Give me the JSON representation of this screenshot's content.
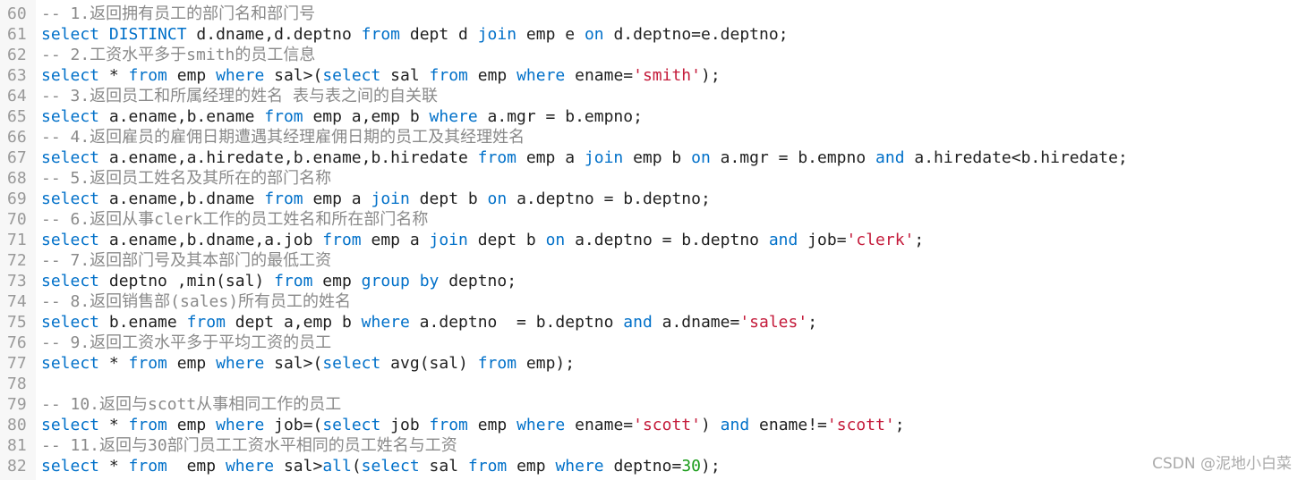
{
  "colors": {
    "keyword": "#0070c9",
    "comment": "#8a8a8a",
    "string": "#c41a3a",
    "number": "#1a9c1a",
    "plain": "#1f1f1f",
    "line_number": "#999999"
  },
  "watermark": "CSDN @泥地小白菜",
  "lines": [
    {
      "num": "60",
      "tokens": [
        {
          "t": "cmt",
          "v": "-- 1.返回拥有员工的部门名和部门号"
        }
      ]
    },
    {
      "num": "61",
      "tokens": [
        {
          "t": "kw",
          "v": "select"
        },
        {
          "t": "plain",
          "v": " "
        },
        {
          "t": "kw",
          "v": "DISTINCT"
        },
        {
          "t": "plain",
          "v": " d.dname,d.deptno "
        },
        {
          "t": "kw",
          "v": "from"
        },
        {
          "t": "plain",
          "v": " dept d "
        },
        {
          "t": "kw",
          "v": "join"
        },
        {
          "t": "plain",
          "v": " emp e "
        },
        {
          "t": "kw",
          "v": "on"
        },
        {
          "t": "plain",
          "v": " d.deptno=e.deptno;"
        }
      ]
    },
    {
      "num": "62",
      "tokens": [
        {
          "t": "cmt",
          "v": "-- 2.工资水平多于smith的员工信息"
        }
      ]
    },
    {
      "num": "63",
      "tokens": [
        {
          "t": "kw",
          "v": "select"
        },
        {
          "t": "plain",
          "v": " * "
        },
        {
          "t": "kw",
          "v": "from"
        },
        {
          "t": "plain",
          "v": " emp "
        },
        {
          "t": "kw",
          "v": "where"
        },
        {
          "t": "plain",
          "v": " sal>("
        },
        {
          "t": "kw",
          "v": "select"
        },
        {
          "t": "plain",
          "v": " sal "
        },
        {
          "t": "kw",
          "v": "from"
        },
        {
          "t": "plain",
          "v": " emp "
        },
        {
          "t": "kw",
          "v": "where"
        },
        {
          "t": "plain",
          "v": " ename="
        },
        {
          "t": "str",
          "v": "'smith'"
        },
        {
          "t": "plain",
          "v": ");"
        }
      ]
    },
    {
      "num": "64",
      "tokens": [
        {
          "t": "cmt",
          "v": "-- 3.返回员工和所属经理的姓名 表与表之间的自关联"
        }
      ]
    },
    {
      "num": "65",
      "tokens": [
        {
          "t": "kw",
          "v": "select"
        },
        {
          "t": "plain",
          "v": " a.ename,b.ename "
        },
        {
          "t": "kw",
          "v": "from"
        },
        {
          "t": "plain",
          "v": " emp a,emp b "
        },
        {
          "t": "kw",
          "v": "where"
        },
        {
          "t": "plain",
          "v": " a.mgr = b.empno;"
        }
      ]
    },
    {
      "num": "66",
      "tokens": [
        {
          "t": "cmt",
          "v": "-- 4.返回雇员的雇佣日期遭遇其经理雇佣日期的员工及其经理姓名"
        }
      ]
    },
    {
      "num": "67",
      "tokens": [
        {
          "t": "kw",
          "v": "select"
        },
        {
          "t": "plain",
          "v": " a.ename,a.hiredate,b.ename,b.hiredate "
        },
        {
          "t": "kw",
          "v": "from"
        },
        {
          "t": "plain",
          "v": " emp a "
        },
        {
          "t": "kw",
          "v": "join"
        },
        {
          "t": "plain",
          "v": " emp b "
        },
        {
          "t": "kw",
          "v": "on"
        },
        {
          "t": "plain",
          "v": " a.mgr = b.empno "
        },
        {
          "t": "kw",
          "v": "and"
        },
        {
          "t": "plain",
          "v": " a.hiredate<b.hiredate;"
        }
      ]
    },
    {
      "num": "68",
      "tokens": [
        {
          "t": "cmt",
          "v": "-- 5.返回员工姓名及其所在的部门名称"
        }
      ]
    },
    {
      "num": "69",
      "tokens": [
        {
          "t": "kw",
          "v": "select"
        },
        {
          "t": "plain",
          "v": " a.ename,b.dname "
        },
        {
          "t": "kw",
          "v": "from"
        },
        {
          "t": "plain",
          "v": " emp a "
        },
        {
          "t": "kw",
          "v": "join"
        },
        {
          "t": "plain",
          "v": " dept b "
        },
        {
          "t": "kw",
          "v": "on"
        },
        {
          "t": "plain",
          "v": " a.deptno = b.deptno;"
        }
      ]
    },
    {
      "num": "70",
      "tokens": [
        {
          "t": "cmt",
          "v": "-- 6.返回从事clerk工作的员工姓名和所在部门名称"
        }
      ]
    },
    {
      "num": "71",
      "tokens": [
        {
          "t": "kw",
          "v": "select"
        },
        {
          "t": "plain",
          "v": " a.ename,b.dname,a.job "
        },
        {
          "t": "kw",
          "v": "from"
        },
        {
          "t": "plain",
          "v": " emp a "
        },
        {
          "t": "kw",
          "v": "join"
        },
        {
          "t": "plain",
          "v": " dept b "
        },
        {
          "t": "kw",
          "v": "on"
        },
        {
          "t": "plain",
          "v": " a.deptno = b.deptno "
        },
        {
          "t": "kw",
          "v": "and"
        },
        {
          "t": "plain",
          "v": " job="
        },
        {
          "t": "str",
          "v": "'clerk'"
        },
        {
          "t": "plain",
          "v": ";"
        }
      ]
    },
    {
      "num": "72",
      "tokens": [
        {
          "t": "cmt",
          "v": "-- 7.返回部门号及其本部门的最低工资"
        }
      ]
    },
    {
      "num": "73",
      "tokens": [
        {
          "t": "kw",
          "v": "select"
        },
        {
          "t": "plain",
          "v": " deptno ,min(sal) "
        },
        {
          "t": "kw",
          "v": "from"
        },
        {
          "t": "plain",
          "v": " emp "
        },
        {
          "t": "kw",
          "v": "group"
        },
        {
          "t": "plain",
          "v": " "
        },
        {
          "t": "kw",
          "v": "by"
        },
        {
          "t": "plain",
          "v": " deptno;"
        }
      ]
    },
    {
      "num": "74",
      "tokens": [
        {
          "t": "cmt",
          "v": "-- 8.返回销售部(sales)所有员工的姓名"
        }
      ]
    },
    {
      "num": "75",
      "tokens": [
        {
          "t": "kw",
          "v": "select"
        },
        {
          "t": "plain",
          "v": " b.ename "
        },
        {
          "t": "kw",
          "v": "from"
        },
        {
          "t": "plain",
          "v": " dept a,emp b "
        },
        {
          "t": "kw",
          "v": "where"
        },
        {
          "t": "plain",
          "v": " a.deptno  = b.deptno "
        },
        {
          "t": "kw",
          "v": "and"
        },
        {
          "t": "plain",
          "v": " a.dname="
        },
        {
          "t": "str",
          "v": "'sales'"
        },
        {
          "t": "plain",
          "v": ";"
        }
      ]
    },
    {
      "num": "76",
      "tokens": [
        {
          "t": "cmt",
          "v": "-- 9.返回工资水平多于平均工资的员工"
        }
      ]
    },
    {
      "num": "77",
      "tokens": [
        {
          "t": "kw",
          "v": "select"
        },
        {
          "t": "plain",
          "v": " * "
        },
        {
          "t": "kw",
          "v": "from"
        },
        {
          "t": "plain",
          "v": " emp "
        },
        {
          "t": "kw",
          "v": "where"
        },
        {
          "t": "plain",
          "v": " sal>("
        },
        {
          "t": "kw",
          "v": "select"
        },
        {
          "t": "plain",
          "v": " avg(sal) "
        },
        {
          "t": "kw",
          "v": "from"
        },
        {
          "t": "plain",
          "v": " emp);"
        }
      ]
    },
    {
      "num": "78",
      "tokens": []
    },
    {
      "num": "79",
      "tokens": [
        {
          "t": "cmt",
          "v": "-- 10.返回与scott从事相同工作的员工"
        }
      ]
    },
    {
      "num": "80",
      "tokens": [
        {
          "t": "kw",
          "v": "select"
        },
        {
          "t": "plain",
          "v": " * "
        },
        {
          "t": "kw",
          "v": "from"
        },
        {
          "t": "plain",
          "v": " emp "
        },
        {
          "t": "kw",
          "v": "where"
        },
        {
          "t": "plain",
          "v": " job=("
        },
        {
          "t": "kw",
          "v": "select"
        },
        {
          "t": "plain",
          "v": " job "
        },
        {
          "t": "kw",
          "v": "from"
        },
        {
          "t": "plain",
          "v": " emp "
        },
        {
          "t": "kw",
          "v": "where"
        },
        {
          "t": "plain",
          "v": " ename="
        },
        {
          "t": "str",
          "v": "'scott'"
        },
        {
          "t": "plain",
          "v": ") "
        },
        {
          "t": "kw",
          "v": "and"
        },
        {
          "t": "plain",
          "v": " ename!="
        },
        {
          "t": "str",
          "v": "'scott'"
        },
        {
          "t": "plain",
          "v": ";"
        }
      ]
    },
    {
      "num": "81",
      "tokens": [
        {
          "t": "cmt",
          "v": "-- 11.返回与30部门员工工资水平相同的员工姓名与工资"
        }
      ]
    },
    {
      "num": "82",
      "tokens": [
        {
          "t": "kw",
          "v": "select"
        },
        {
          "t": "plain",
          "v": " * "
        },
        {
          "t": "kw",
          "v": "from"
        },
        {
          "t": "plain",
          "v": "  emp "
        },
        {
          "t": "kw",
          "v": "where"
        },
        {
          "t": "plain",
          "v": " sal>"
        },
        {
          "t": "kw",
          "v": "all"
        },
        {
          "t": "plain",
          "v": "("
        },
        {
          "t": "kw",
          "v": "select"
        },
        {
          "t": "plain",
          "v": " sal "
        },
        {
          "t": "kw",
          "v": "from"
        },
        {
          "t": "plain",
          "v": " emp "
        },
        {
          "t": "kw",
          "v": "where"
        },
        {
          "t": "plain",
          "v": " deptno="
        },
        {
          "t": "num",
          "v": "30"
        },
        {
          "t": "plain",
          "v": ");"
        }
      ]
    }
  ]
}
